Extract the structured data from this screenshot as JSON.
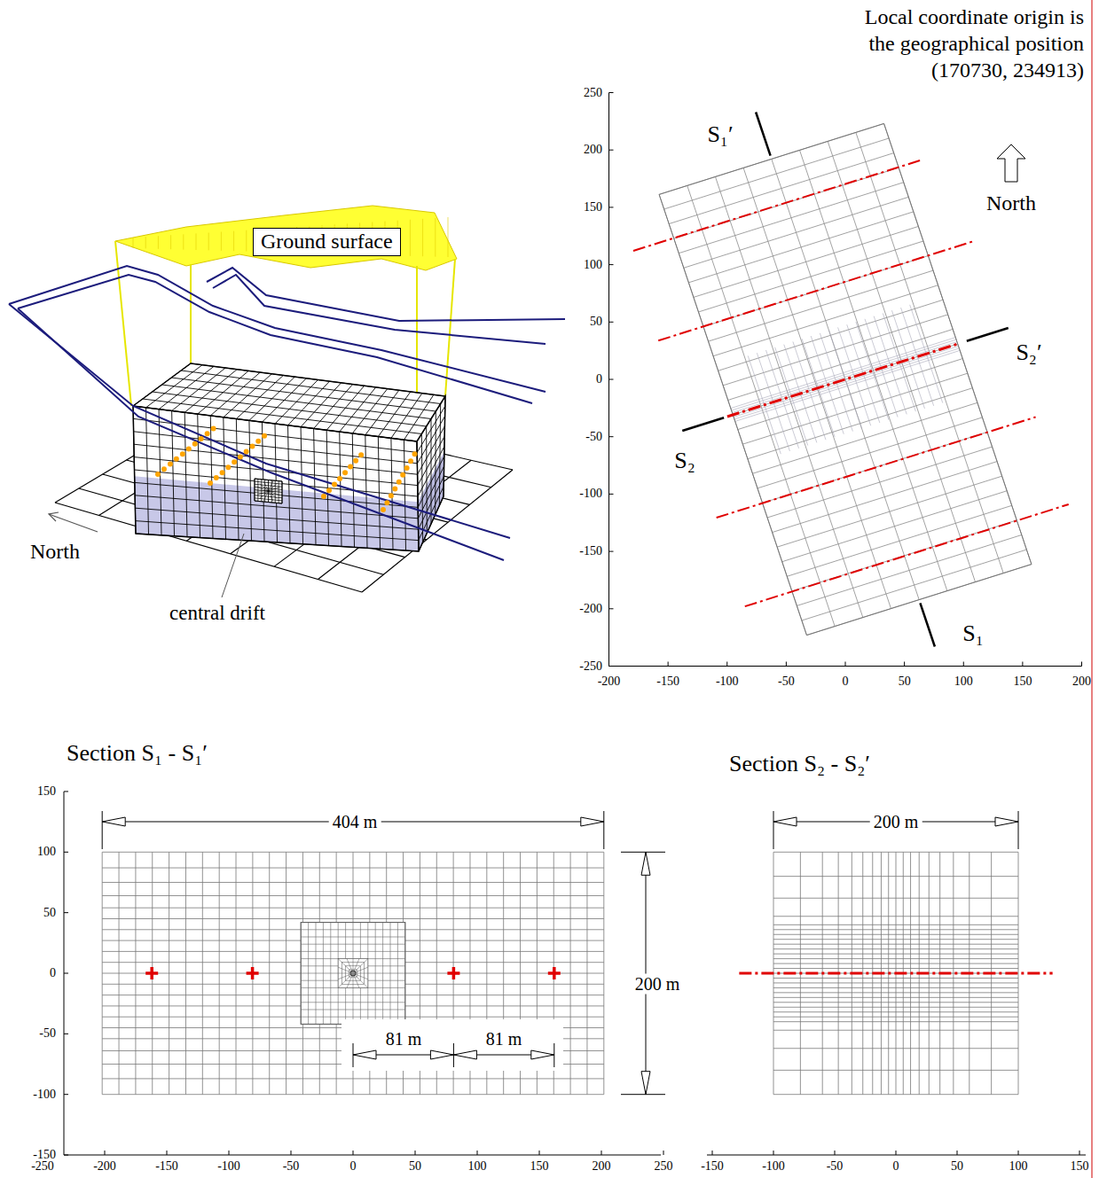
{
  "diagram": {
    "nodes": [
      {
        "text": [
          "Ground surface"
        ]
      }
    ],
    "labels": [
      "Local coordinate origin is the geographical position (170730, 234913)",
      "North",
      "central drift",
      "S₁′",
      "North",
      "S₂′",
      "S₂",
      "S₁",
      "250",
      "200",
      "150",
      "100",
      "50",
      "0",
      "-50",
      "-100",
      "-150",
      "-200",
      "-250",
      "-200",
      "-150",
      "-100",
      "-50",
      "0",
      "50",
      "100",
      "150",
      "200",
      "Section S₁ - S₁′",
      "404 m",
      "81 m",
      "81 m",
      "200 m",
      "150",
      "100",
      "50",
      "0",
      "-50",
      "-100",
      "-150",
      "-250",
      "-200",
      "-150",
      "-100",
      "-50",
      "0",
      "50",
      "100",
      "150",
      "200",
      "250",
      "Section S₂ - S₂′",
      "200 m",
      "-150",
      "-100",
      "-50",
      "0",
      "50",
      "100",
      "150"
    ]
  }
}
